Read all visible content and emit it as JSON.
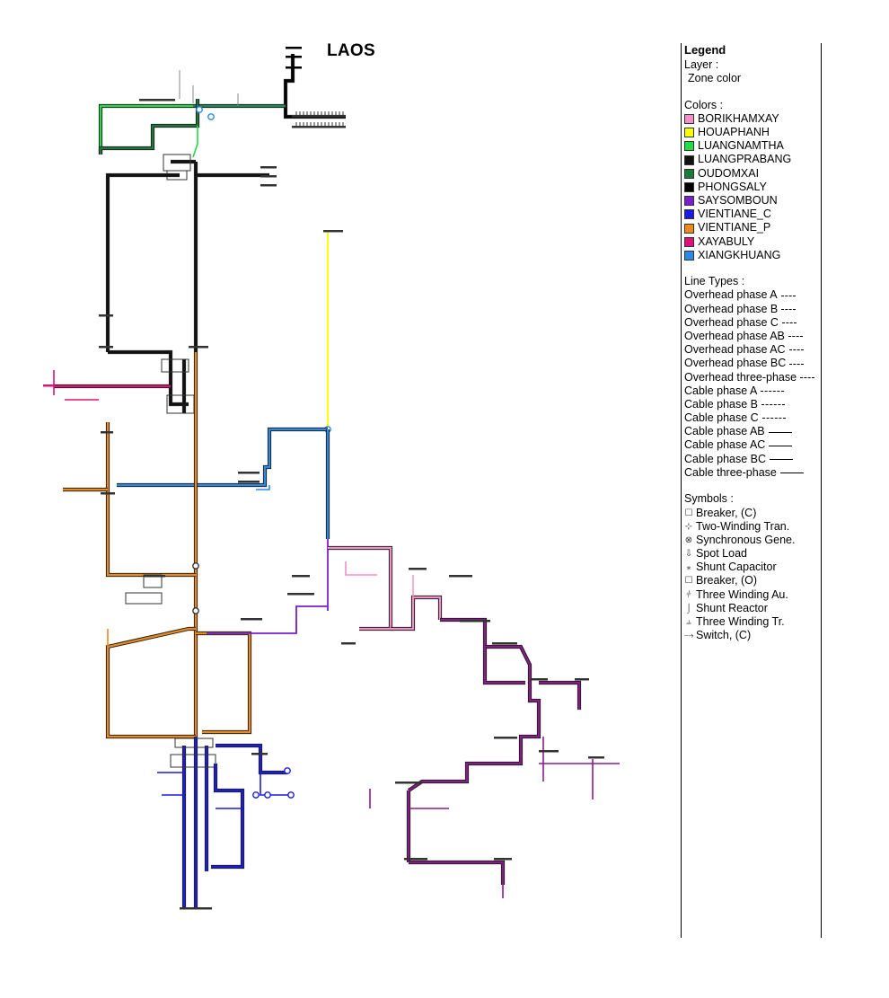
{
  "title": "LAOS",
  "legend": {
    "heading": "Legend",
    "layer_label": "Layer :",
    "layer_value": "Zone color",
    "colors_label": "Colors :",
    "zones": [
      {
        "name": "BORIKHAMXAY",
        "color": "#f08fc8"
      },
      {
        "name": "HOUAPHANH",
        "color": "#ffff00"
      },
      {
        "name": "LUANGNAMTHA",
        "color": "#22dd44"
      },
      {
        "name": "LUANGPRABANG",
        "color": "#111111"
      },
      {
        "name": "OUDOMXAI",
        "color": "#1a7a3a"
      },
      {
        "name": "PHONGSALY",
        "color": "#000000"
      },
      {
        "name": "SAYSOMBOUN",
        "color": "#7a1fd0"
      },
      {
        "name": "VIENTIANE_C",
        "color": "#1a1ae6"
      },
      {
        "name": "VIENTIANE_P",
        "color": "#ee8a1a"
      },
      {
        "name": "XAYABULY",
        "color": "#e0107a"
      },
      {
        "name": "XIANGKHUANG",
        "color": "#2a8ae6"
      }
    ],
    "line_types_label": "Line Types :",
    "line_types": [
      {
        "label": "Overhead phase A",
        "style": "dash"
      },
      {
        "label": "Overhead phase B",
        "style": "dash"
      },
      {
        "label": "Overhead phase C",
        "style": "dash"
      },
      {
        "label": "Overhead phase AB",
        "style": "dash"
      },
      {
        "label": "Overhead phase AC",
        "style": "dash"
      },
      {
        "label": "Overhead phase BC",
        "style": "dash"
      },
      {
        "label": "Overhead three-phase",
        "style": "dash"
      },
      {
        "label": "Cable phase A",
        "style": "dash"
      },
      {
        "label": "Cable phase B",
        "style": "dash"
      },
      {
        "label": "Cable phase C",
        "style": "dashdot"
      },
      {
        "label": "Cable phase AB",
        "style": "solid"
      },
      {
        "label": "Cable phase AC",
        "style": "solid"
      },
      {
        "label": "Cable phase BC",
        "style": "solid"
      },
      {
        "label": "Cable three-phase",
        "style": "solid"
      }
    ],
    "symbols_label": "Symbols :",
    "symbols": [
      {
        "label": "Breaker, (C)",
        "icon": "breaker-closed-icon",
        "glyph": "☐"
      },
      {
        "label": "Two-Winding Tran.",
        "icon": "two-winding-transformer-icon",
        "glyph": "⊹"
      },
      {
        "label": "Synchronous Gene.",
        "icon": "synchronous-generator-icon",
        "glyph": "⊗"
      },
      {
        "label": "Spot Load",
        "icon": "spot-load-icon",
        "glyph": "⇩"
      },
      {
        "label": "Shunt Capacitor",
        "icon": "shunt-capacitor-icon",
        "glyph": "⁎"
      },
      {
        "label": "Breaker, (O)",
        "icon": "breaker-open-icon",
        "glyph": "☐"
      },
      {
        "label": "Three Winding Au.",
        "icon": "three-winding-autotransformer-icon",
        "glyph": "⫩"
      },
      {
        "label": "Shunt Reactor",
        "icon": "shunt-reactor-icon",
        "glyph": "⌡"
      },
      {
        "label": "Three Winding Tr.",
        "icon": "three-winding-transformer-icon",
        "glyph": "⫨"
      },
      {
        "label": "Switch, (C)",
        "icon": "switch-closed-icon",
        "glyph": "⤍"
      }
    ]
  }
}
